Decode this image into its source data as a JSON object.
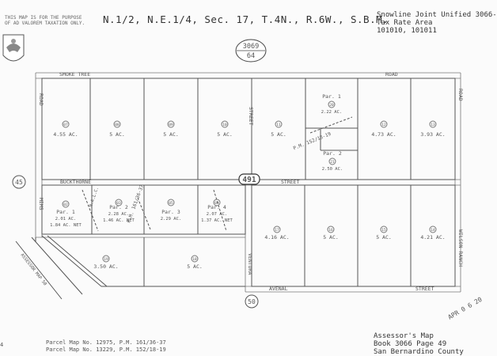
{
  "header": {
    "disclaimer_line1": "THIS MAP IS FOR THE PURPOSE",
    "disclaimer_line2": "OF AD VALOREM TAXATION ONLY.",
    "title": "N.1/2, N.E.1/4, Sec. 17, T.4N., R.6W., S.B.M.",
    "tra_line1": "Snowline Joint Unified 3066-",
    "tra_line2": "Tax Rate Area",
    "tra_line3": "101010, 101011",
    "book_page_top": "3069",
    "book_page_bottom": "64"
  },
  "streets": {
    "smoke_tree": "SMOKE TREE",
    "road_right": "ROAD",
    "road_left": "ROAD",
    "buckthorne": "BUCKTHORNE",
    "street_mid": "STREET",
    "street_vertical": "STREET",
    "mims": "MIMS",
    "wilson_ranch": "WILSON RANCH",
    "road_far_right": "ROAD",
    "avenal": "AVENAL",
    "avenal_street": "STREET",
    "ventura": "VENTURA",
    "assessor_note": "ASSESSOR MAP 50"
  },
  "markers": {
    "left_circle": "45",
    "center_badge": "491",
    "bottom_circle": "50"
  },
  "parcels": [
    {
      "num": "07",
      "area": "4.55 AC."
    },
    {
      "num": "08",
      "area": "5 AC."
    },
    {
      "num": "09",
      "area": "5 AC."
    },
    {
      "num": "10",
      "area": "5 AC."
    },
    {
      "num": "11",
      "area": "5 AC."
    },
    {
      "num": "12",
      "area": "4.73 AC."
    },
    {
      "num": "13",
      "area": "3.93 AC."
    },
    {
      "num": "02",
      "area": "Par. 1",
      "area2": "2.01 AC."
    },
    {
      "num": "03",
      "area": "Par. 2",
      "area2": "2.28 AC."
    },
    {
      "num": "05",
      "area": "Par. 3",
      "area2": "2.29 AC."
    },
    {
      "num": "04",
      "area": "Par. 4",
      "area2": "2.07 AC."
    },
    {
      "num": "17",
      "area": "4.16 AC."
    },
    {
      "num": "16",
      "area": "5 AC."
    },
    {
      "num": "15",
      "area": "5 AC."
    },
    {
      "num": "14",
      "area": "4.21 AC."
    },
    {
      "num": "19",
      "area": "3.50 AC."
    },
    {
      "num": "18",
      "area": "5 AC."
    }
  ],
  "right_parcels": {
    "par1": "Par. 1",
    "par1_area": "2.22 AC.",
    "par2": "Par. 2",
    "par2_area": "2.50 AC.",
    "pm_label": "P.M. 152/18-19",
    "num21": "21",
    "num20": "20"
  },
  "mid_labels": {
    "net_02": "1.84 AC. NET",
    "net_03": "1.46 AC. NET",
    "net_04": "1.37 AC. NET",
    "pm_lower": "P.M. 161/36-37",
    "lot_label": "N.A.L.C."
  },
  "footer": {
    "pm_line1": "Parcel Map No. 12975, P.M. 161/36-37",
    "pm_line2": "Parcel Map No. 13229, P.M. 152/18-19",
    "asr1": "Assessor's Map",
    "asr2": "Book 3066 Page 49",
    "asr3": "San Bernardino County",
    "stamp": "APR 0 6 20",
    "left_num": "4"
  }
}
